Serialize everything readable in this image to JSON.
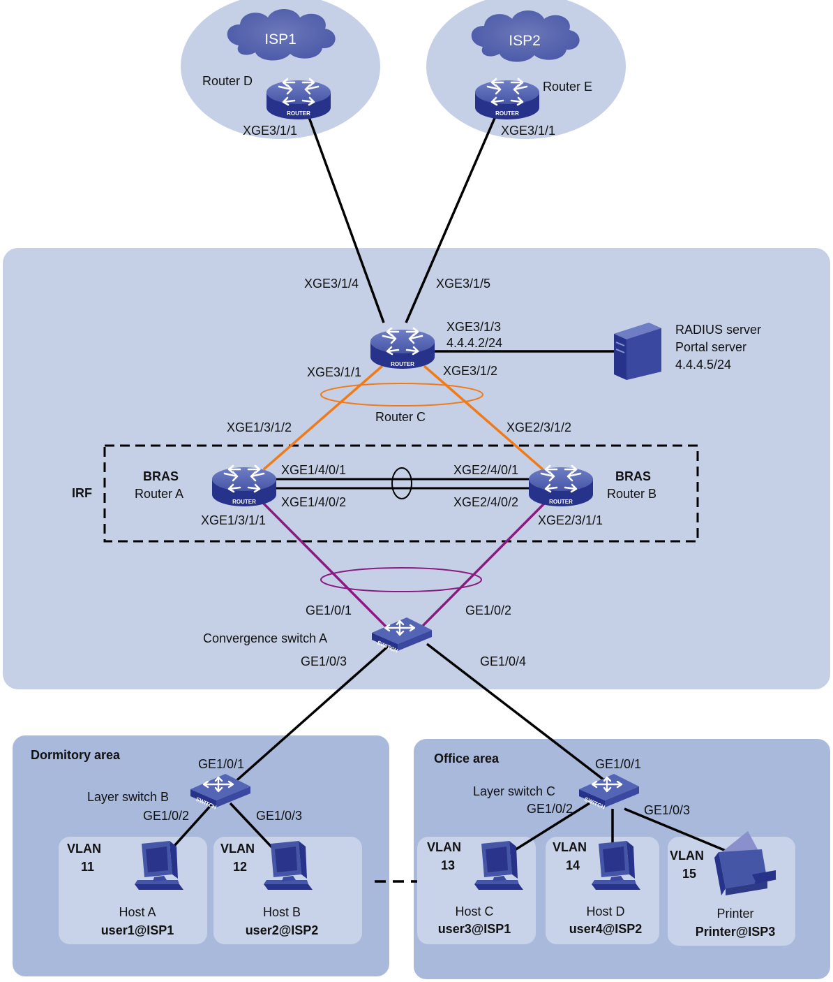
{
  "clouds": {
    "isp1": "ISP1",
    "isp2": "ISP2"
  },
  "routers": {
    "router_d": {
      "name": "Router D",
      "badge": "ROUTER",
      "port": "XGE3/1/1"
    },
    "router_e": {
      "name": "Router E",
      "badge": "ROUTER",
      "port": "XGE3/1/1"
    },
    "router_c": {
      "name": "Router C",
      "badge": "ROUTER",
      "port_isp1": "XGE3/1/4",
      "port_isp2": "XGE3/1/5",
      "port_server": "XGE3/1/3",
      "ip": "4.4.4.2/24",
      "port_a": "XGE3/1/1",
      "port_b": "XGE3/1/2"
    },
    "router_a": {
      "role": "BRAS",
      "name": "Router A",
      "badge": "ROUTER",
      "up_port": "XGE1/3/1/2",
      "irf_port1": "XGE1/4/0/1",
      "irf_port2": "XGE1/4/0/2",
      "down_port": "XGE1/3/1/1"
    },
    "router_b": {
      "role": "BRAS",
      "name": "Router B",
      "badge": "ROUTER",
      "up_port": "XGE2/3/1/2",
      "irf_port1": "XGE2/4/0/1",
      "irf_port2": "XGE2/4/0/2",
      "down_port": "XGE2/3/1/1"
    }
  },
  "irf_label": "IRF",
  "server": {
    "line1": "RADIUS server",
    "line2": "Portal server",
    "ip": "4.4.4.5/24"
  },
  "switches": {
    "switch_a": {
      "name": "Convergence switch A",
      "badge": "SWITCH",
      "p1": "GE1/0/1",
      "p2": "GE1/0/2",
      "p3": "GE1/0/3",
      "p4": "GE1/0/4"
    },
    "switch_b": {
      "name": "Layer switch B",
      "badge": "SWITCH",
      "p1": "GE1/0/1",
      "p2": "GE1/0/2",
      "p3": "GE1/0/3"
    },
    "switch_c": {
      "name": "Layer switch C",
      "badge": "SWITCH",
      "p1": "GE1/0/1",
      "p2": "GE1/0/2",
      "p3": "GE1/0/3"
    }
  },
  "areas": {
    "dormitory": "Dormitory area",
    "office": "Office area"
  },
  "vlans": [
    {
      "title": "VLAN",
      "id": "11",
      "device": "Host A",
      "user": "user1@ISP1"
    },
    {
      "title": "VLAN",
      "id": "12",
      "device": "Host B",
      "user": "user2@ISP2"
    },
    {
      "title": "VLAN",
      "id": "13",
      "device": "Host C",
      "user": "user3@ISP1"
    },
    {
      "title": "VLAN",
      "id": "14",
      "device": "Host D",
      "user": "user4@ISP2"
    },
    {
      "title": "VLAN",
      "id": "15",
      "device": "Printer",
      "user": "Printer@ISP3"
    }
  ],
  "colors": {
    "panel": "#c5d0e6",
    "area": "#a9b9dc",
    "subpanel": "#c8d2e8",
    "device": "#4a58a8",
    "device_dark": "#2d3a86",
    "orange": "#f07a18",
    "purple": "#8a1a80",
    "black": "#000000"
  },
  "icons": {
    "cloud": "cloud-icon",
    "router": "router-icon",
    "switch": "switch-icon",
    "server": "server-icon",
    "host": "computer-icon",
    "printer": "printer-icon"
  }
}
